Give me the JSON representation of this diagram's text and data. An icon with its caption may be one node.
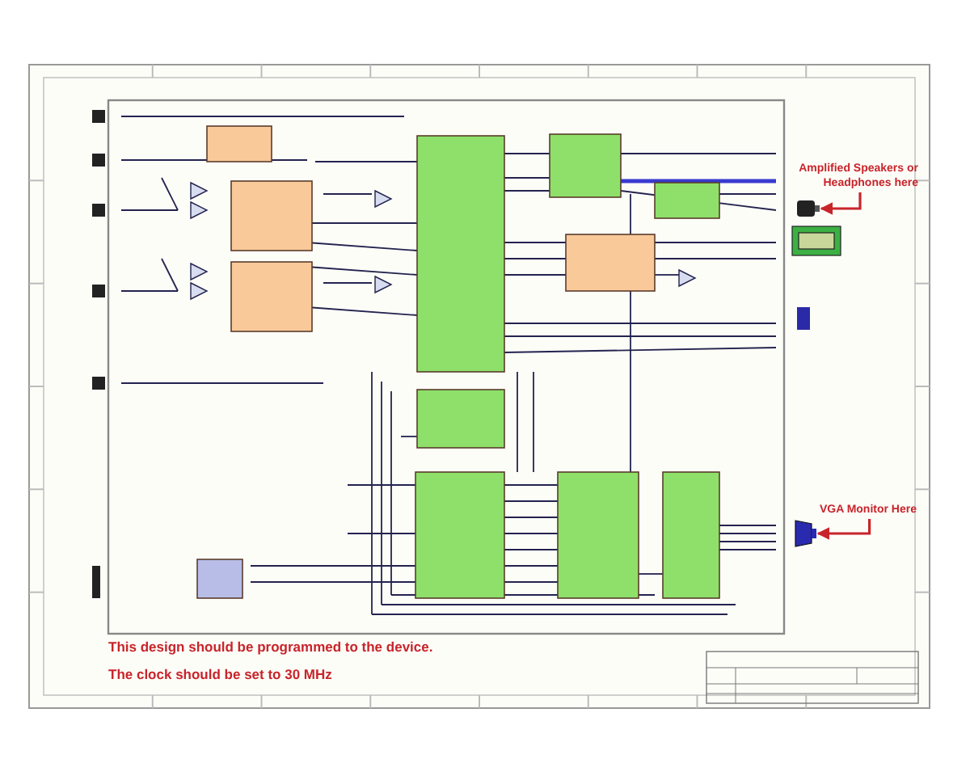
{
  "diagram": {
    "nodes": [
      {
        "text": [
          "Amplified Speakers or Headphones here"
        ]
      },
      {
        "text": [],
        "shape": "box"
      },
      {
        "text": [
          "VGA Monitor Here"
        ]
      },
      {
        "text": [],
        "shape": "box"
      }
    ],
    "edges": [
      {
        "from": 0,
        "to": 1,
        "arrow": "to"
      },
      {
        "from": 2,
        "to": 3,
        "arrow": "to"
      }
    ],
    "labels": [
      "This design should be programmed to the device.",
      "The clock should be set to 30 MHz"
    ]
  }
}
